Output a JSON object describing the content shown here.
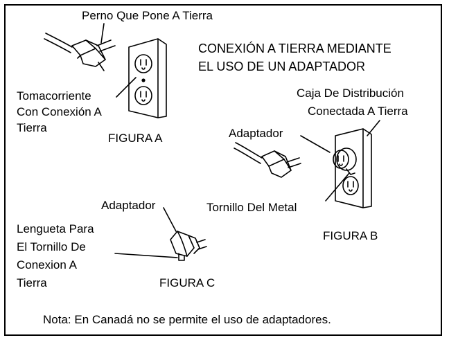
{
  "labels": {
    "grounding_pin": "Perno Que Pone A Tierra",
    "title_line1": "CONEXIÓN A TIERRA MEDIANTE",
    "title_line2": "EL USO DE UN ADAPTADOR",
    "grounded_outlet_line1": "Tomacorriente",
    "grounded_outlet_line2": "Con Conexión A",
    "grounded_outlet_line3": "Tierra",
    "figure_a": "FIGURA A",
    "box_line1": "Caja De Distribución",
    "box_line2": "Conectada A Tierra",
    "adapter_b": "Adaptador",
    "metal_screw": "Tornillo Del Metal",
    "figure_b": "FIGURA B",
    "adapter_c": "Adaptador",
    "tab_line1": "Lengueta Para",
    "tab_line2": "El Tornillo De",
    "tab_line3": "Conexion A",
    "tab_line4": "Tierra",
    "figure_c": "FIGURA C",
    "note": "Nota:  En Canadá no se permite el uso de adaptadores."
  }
}
